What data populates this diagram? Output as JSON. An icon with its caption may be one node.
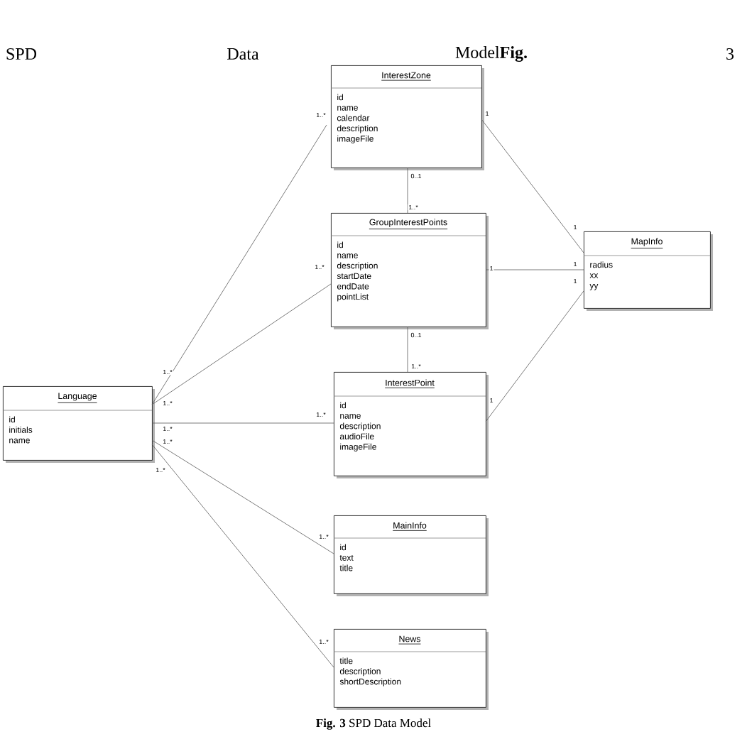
{
  "diagram": {
    "caption": "**Fig. 3** SPD Data Model",
    "nodes": [
      {
        "text": [
          "InterestZone",
          "id",
          "name",
          "calendar",
          "description",
          "imageFile"
        ]
      },
      {
        "text": [
          "GroupInterestPoints",
          "id",
          "name",
          "description",
          "startDate",
          "endDate",
          "pointList"
        ]
      },
      {
        "text": [
          "MapInfo",
          "radius",
          "xx",
          "yy"
        ]
      },
      {
        "text": [
          "Language",
          "id",
          "initials",
          "name"
        ]
      },
      {
        "text": [
          "InterestPoint",
          "id",
          "name",
          "description",
          "audioFile",
          "imageFile"
        ]
      },
      {
        "text": [
          "MainInfo",
          "id",
          "text",
          "title"
        ]
      },
      {
        "text": [
          "News",
          "title",
          "description",
          "shortDescription"
        ]
      }
    ],
    "edges": [
      {
        "from": 3,
        "to": 0,
        "arrow": "none"
      },
      {
        "from": 3,
        "to": 1,
        "arrow": "none"
      },
      {
        "from": 3,
        "to": 4,
        "arrow": "none"
      },
      {
        "from": 3,
        "to": 5,
        "arrow": "none"
      },
      {
        "from": 3,
        "to": 6,
        "arrow": "none"
      },
      {
        "from": 0,
        "to": 1,
        "arrow": "none"
      },
      {
        "from": 1,
        "to": 4,
        "arrow": "none"
      },
      {
        "from": 0,
        "to": 2,
        "arrow": "none"
      },
      {
        "from": 1,
        "to": 2,
        "arrow": "none"
      },
      {
        "from": 4,
        "to": 2,
        "arrow": "none"
      }
    ],
    "labels": [
      "SPD",
      "Data",
      "Model**Fig.**",
      "3",
      "1..*",
      "1",
      "0..1",
      "1..*",
      "1..*",
      "1",
      "1",
      "1",
      "1",
      "0..1",
      "1..*",
      "1..*",
      "1..*",
      "1..*",
      "1",
      "1..*",
      "1..*",
      "1..*",
      "1..*",
      "1..*"
    ]
  }
}
